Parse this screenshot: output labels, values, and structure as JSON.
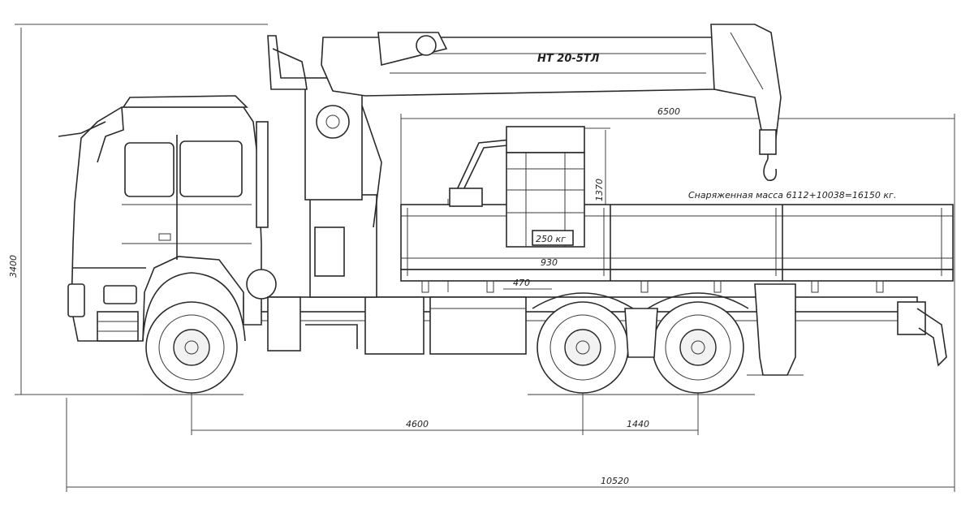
{
  "dimensions": {
    "crane_reach": "6500",
    "height": "3400",
    "basket_height": "1370",
    "basket_width": "930",
    "basket_offset": "470",
    "wheelbase_front": "4600",
    "wheelbase_rear": "1440",
    "overall_length": "10520"
  },
  "labels": {
    "crane_model": "НТ 20-5ТЛ",
    "curb_mass": "Снаряженная масса 6112+10038=16150 кг.",
    "basket_load": "250 кг"
  }
}
